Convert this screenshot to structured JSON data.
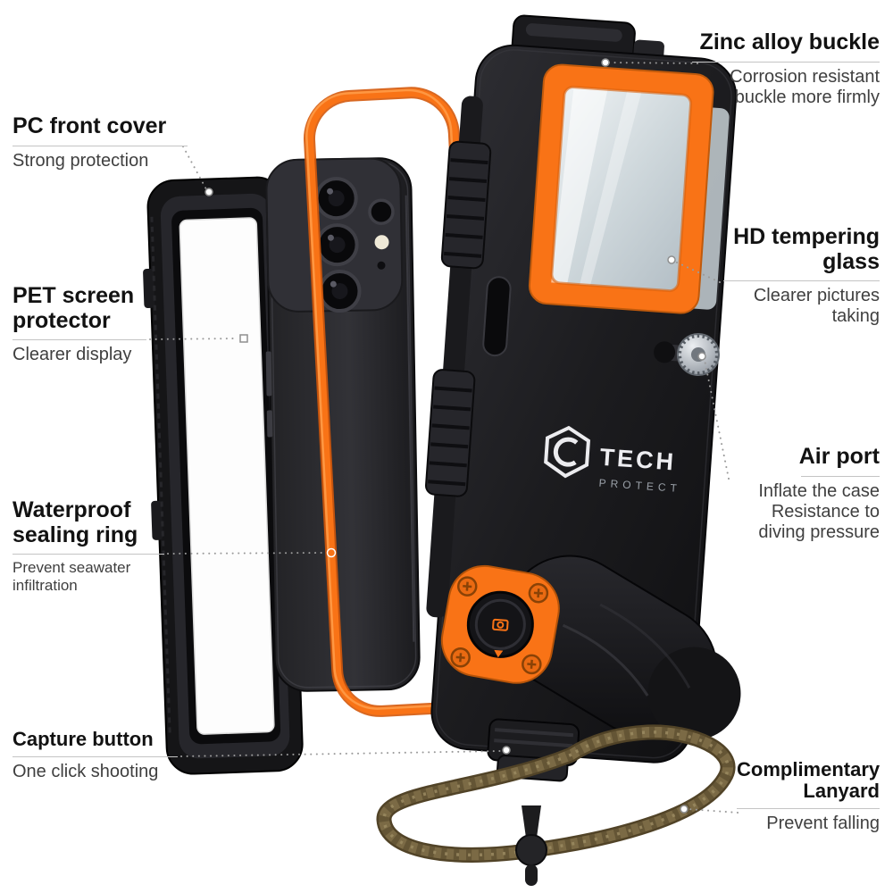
{
  "product": {
    "brand": {
      "name": "TECH",
      "subname": "PROTECT"
    },
    "colors": {
      "accent_orange": "#f97316",
      "case_black": "#17171a",
      "lanyard_khaki": "#6d5c3b",
      "glass_gray": "#cfd8dc"
    }
  },
  "callouts": {
    "pc_front_cover": {
      "title": "PC front cover",
      "subtitle": "Strong protection"
    },
    "pet_screen_protector": {
      "title": "PET screen protector",
      "subtitle": "Clearer display"
    },
    "waterproof_sealing_ring": {
      "title": "Waterproof sealing ring",
      "subtitle": "Prevent seawater infiltration"
    },
    "capture_button": {
      "title": "Capture button",
      "subtitle": "One click shooting"
    },
    "zinc_alloy_buckle": {
      "title": "Zinc alloy buckle",
      "subtitle": "Corrosion resistant buckle more firmly"
    },
    "hd_tempering_glass": {
      "title": "HD tempering glass",
      "subtitle": "Clearer pictures taking"
    },
    "air_port": {
      "title": "Air port",
      "subtitle": "Inflate the case Resistance to diving pressure"
    },
    "complimentary_lanyard": {
      "title": "Complimentary Lanyard",
      "subtitle": "Prevent falling"
    }
  }
}
